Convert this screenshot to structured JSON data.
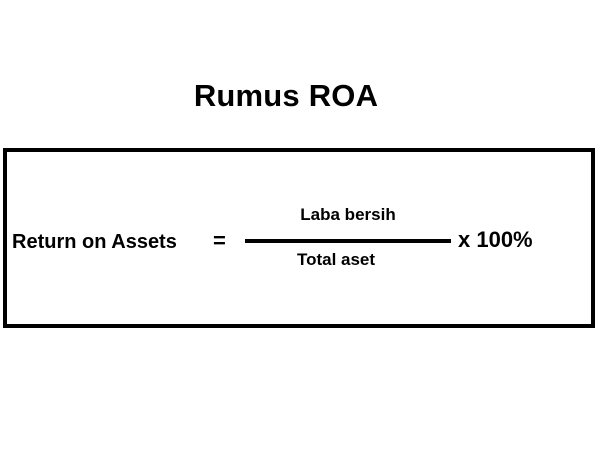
{
  "title": "Rumus ROA",
  "formula": {
    "lhs": "Return on Assets",
    "equals": "=",
    "numerator": "Laba bersih",
    "denominator": "Total aset",
    "multiplier": "x 100%"
  },
  "colors": {
    "background": "#ffffff",
    "foreground": "#000000"
  }
}
